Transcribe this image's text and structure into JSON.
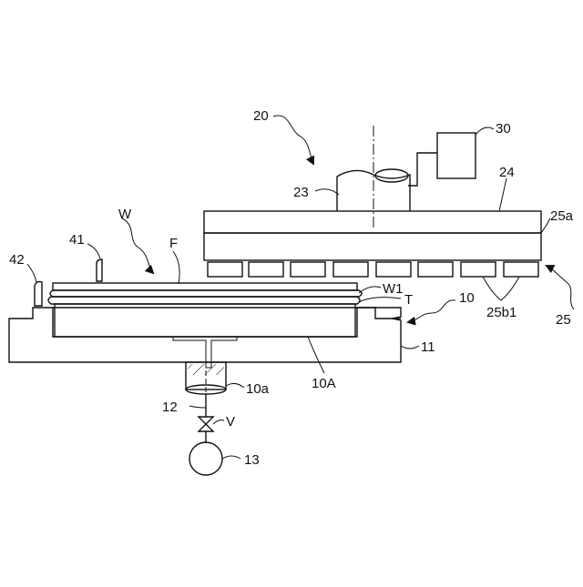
{
  "labels": {
    "ref_20": "20",
    "ref_30": "30",
    "ref_24": "24",
    "ref_23": "23",
    "ref_25a": "25a",
    "ref_W": "W",
    "ref_41": "41",
    "ref_F": "F",
    "ref_42": "42",
    "ref_W1": "W1",
    "ref_T": "T",
    "ref_10": "10",
    "ref_25b1": "25b1",
    "ref_25": "25",
    "ref_11": "11",
    "ref_10a": "10a",
    "ref_10A": "10A",
    "ref_12": "12",
    "ref_V": "V",
    "ref_13": "13"
  }
}
